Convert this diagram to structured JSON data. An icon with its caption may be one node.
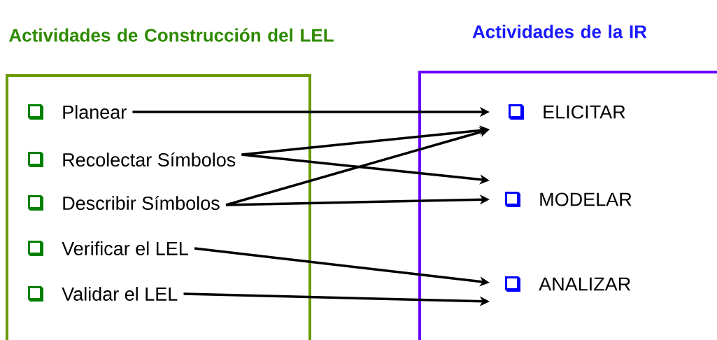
{
  "diagram": {
    "nodes": [
      {
        "text": [
          "Actividades de Construcción del LEL"
        ]
      },
      {
        "text": [
          "Actividades de la IR"
        ]
      },
      {
        "text": [
          "Planear"
        ],
        "in": 0
      },
      {
        "text": [
          "Recolectar Símbolos"
        ],
        "in": 0
      },
      {
        "text": [
          "Describir Símbolos"
        ],
        "in": 0
      },
      {
        "text": [
          "Verificar el LEL"
        ],
        "in": 0
      },
      {
        "text": [
          "Validar el LEL"
        ],
        "in": 0
      },
      {
        "text": [
          "ELICITAR"
        ],
        "in": 1
      },
      {
        "text": [
          "MODELAR"
        ],
        "in": 1
      },
      {
        "text": [
          "ANALIZAR"
        ],
        "in": 1
      }
    ],
    "edges": [
      {
        "from": 2,
        "to": 7,
        "arrow": "to"
      },
      {
        "from": 3,
        "to": 7,
        "arrow": "to"
      },
      {
        "from": 3,
        "to": 8,
        "arrow": "to"
      },
      {
        "from": 4,
        "to": 7,
        "arrow": "to"
      },
      {
        "from": 4,
        "to": 8,
        "arrow": "to"
      },
      {
        "from": 5,
        "to": 9,
        "arrow": "to"
      },
      {
        "from": 6,
        "to": 9,
        "arrow": "to"
      }
    ]
  }
}
